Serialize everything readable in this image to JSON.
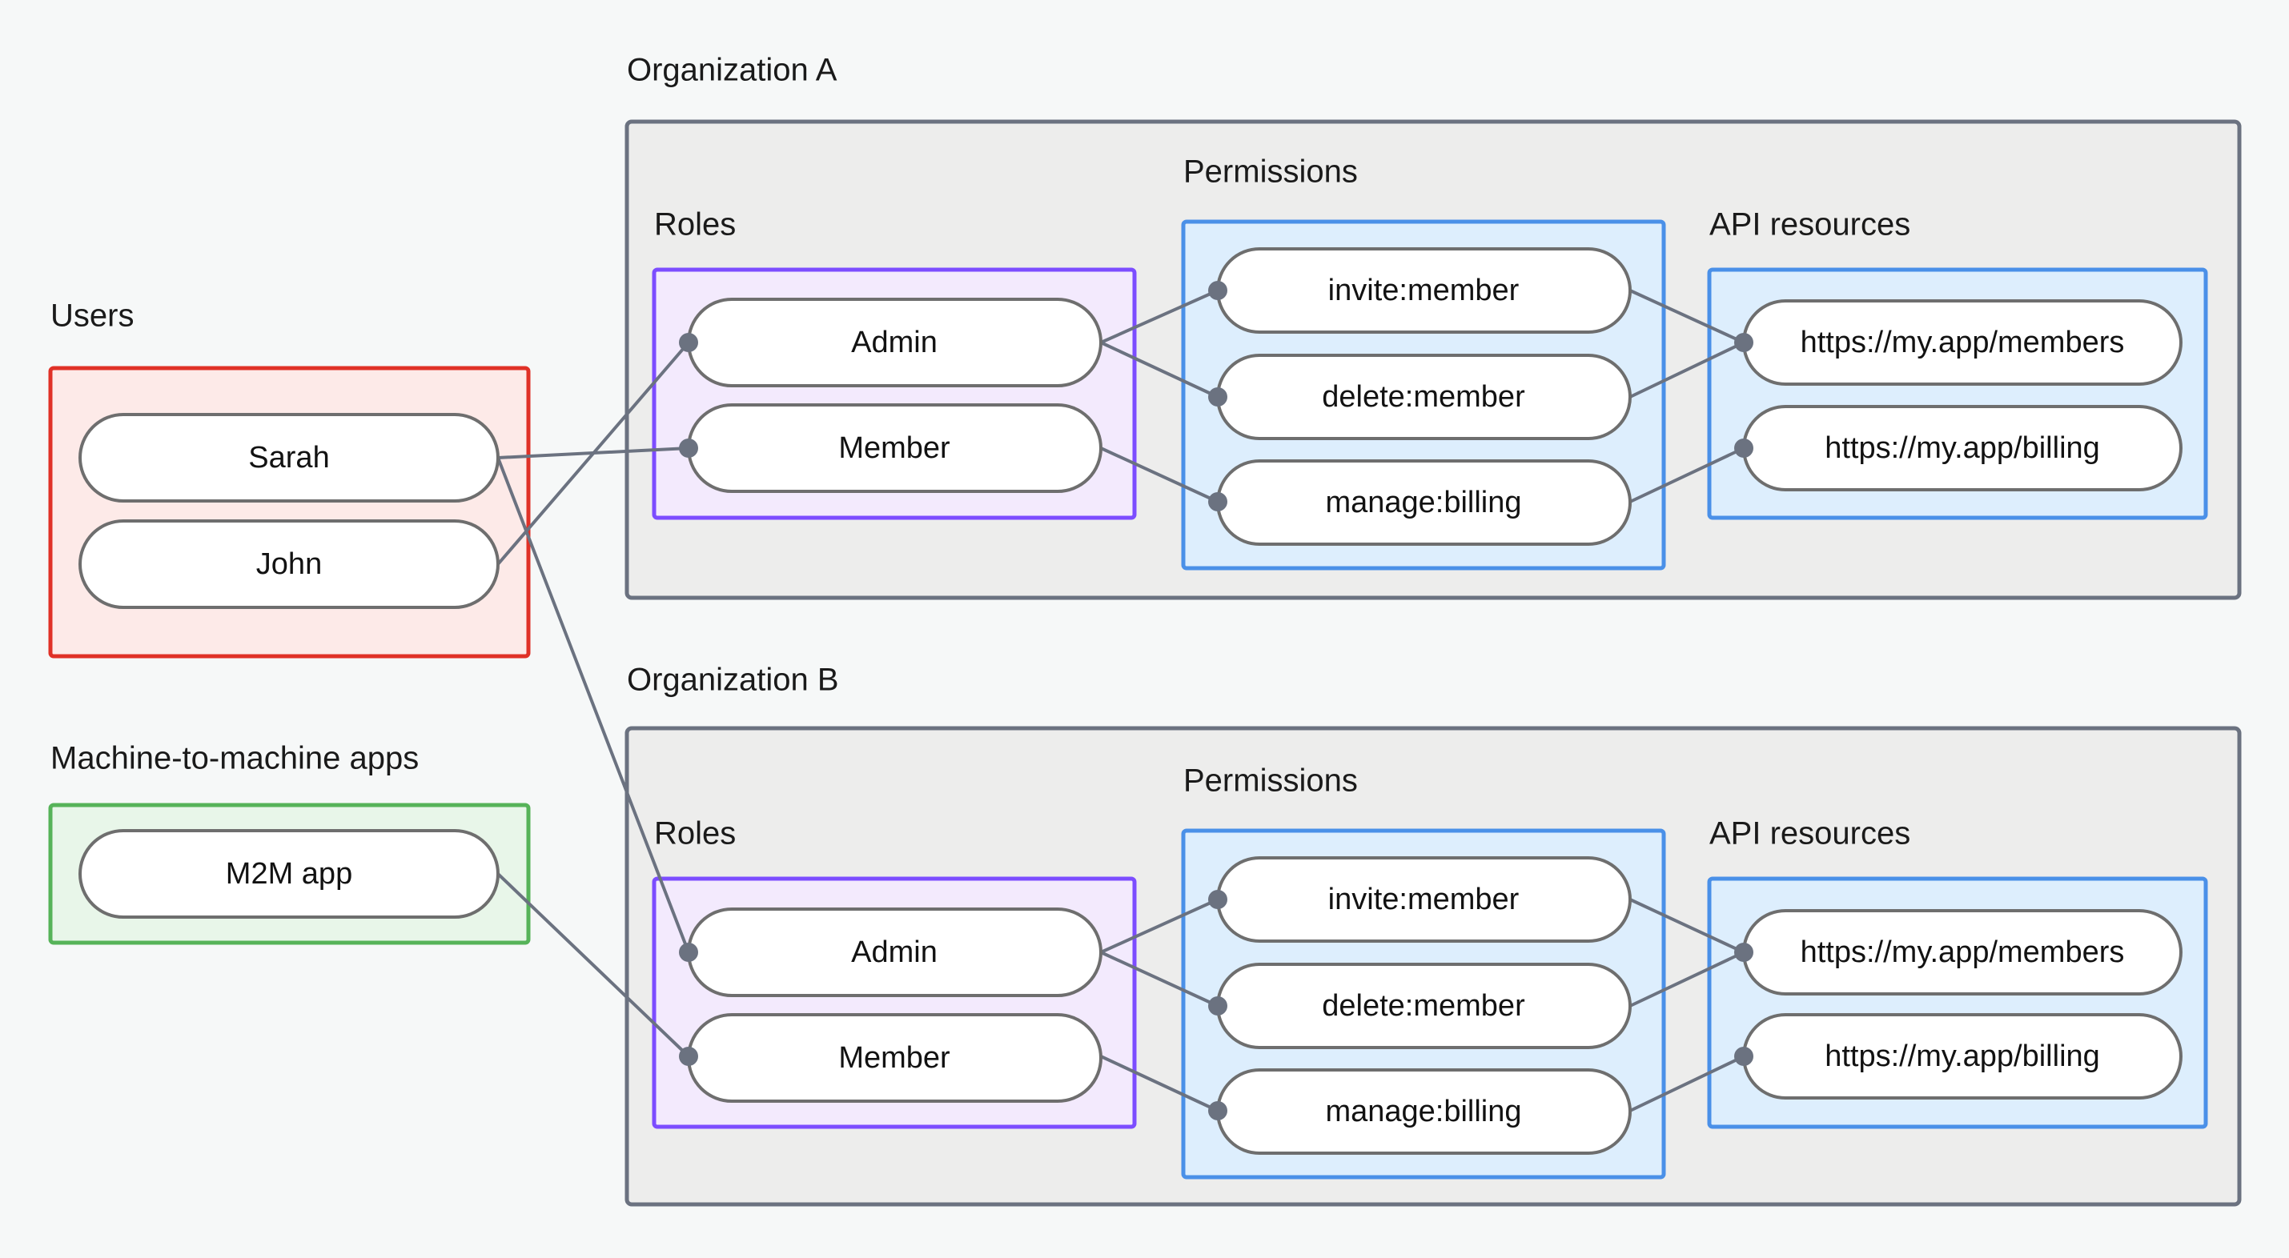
{
  "diagram": {
    "title_visible": false,
    "background_color": "#f6f8f8",
    "groups": {
      "users": {
        "label": "Users",
        "border_color": "#e03127",
        "fill_color": "#fdeae8",
        "items": [
          {
            "label": "Sarah"
          },
          {
            "label": "John"
          }
        ]
      },
      "m2m": {
        "label": "Machine-to-machine apps",
        "border_color": "#56b359",
        "fill_color": "#e8f6e9",
        "items": [
          {
            "label": "M2M app"
          }
        ]
      },
      "org_a": {
        "label": "Organization A",
        "border_color": "#6b7280",
        "fill_color": "#ededec",
        "roles": {
          "label": "Roles",
          "border_color": "#7c4dff",
          "fill_color": "#f3eafd",
          "items": [
            {
              "label": "Admin"
            },
            {
              "label": "Member"
            }
          ]
        },
        "permissions": {
          "label": "Permissions",
          "border_color": "#4a90e8",
          "fill_color": "#ddeefd",
          "items": [
            {
              "label": "invite:member"
            },
            {
              "label": "delete:member"
            },
            {
              "label": "manage:billing"
            }
          ]
        },
        "api_resources": {
          "label": "API resources",
          "border_color": "#4a90e8",
          "fill_color": "#ddeefd",
          "items": [
            {
              "label": "https://my.app/members"
            },
            {
              "label": "https://my.app/billing"
            }
          ]
        }
      },
      "org_b": {
        "label": "Organization B",
        "border_color": "#6b7280",
        "fill_color": "#ededec",
        "roles": {
          "label": "Roles",
          "border_color": "#7c4dff",
          "fill_color": "#f3eafd",
          "items": [
            {
              "label": "Admin"
            },
            {
              "label": "Member"
            }
          ]
        },
        "permissions": {
          "label": "Permissions",
          "border_color": "#4a90e8",
          "fill_color": "#ddeefd",
          "items": [
            {
              "label": "invite:member"
            },
            {
              "label": "delete:member"
            },
            {
              "label": "manage:billing"
            }
          ]
        },
        "api_resources": {
          "label": "API resources",
          "border_color": "#4a90e8",
          "fill_color": "#ddeefd",
          "items": [
            {
              "label": "https://my.app/members"
            },
            {
              "label": "https://my.app/billing"
            }
          ]
        }
      }
    },
    "connections": [
      {
        "from": "Sarah",
        "to": "Member (Organization A)"
      },
      {
        "from": "John",
        "to": "Admin (Organization A)"
      },
      {
        "from": "Sarah",
        "to": "Admin (Organization B)"
      },
      {
        "from": "M2M app",
        "to": "Member (Organization B)"
      },
      {
        "from": "Admin (Organization A)",
        "to": "invite:member (Organization A)"
      },
      {
        "from": "Admin (Organization A)",
        "to": "delete:member (Organization A)"
      },
      {
        "from": "Member (Organization A)",
        "to": "manage:billing (Organization A)"
      },
      {
        "from": "invite:member (Organization A)",
        "to": "https://my.app/members (Organization A)"
      },
      {
        "from": "delete:member (Organization A)",
        "to": "https://my.app/members (Organization A)"
      },
      {
        "from": "manage:billing (Organization A)",
        "to": "https://my.app/billing (Organization A)"
      },
      {
        "from": "Admin (Organization B)",
        "to": "invite:member (Organization B)"
      },
      {
        "from": "Admin (Organization B)",
        "to": "delete:member (Organization B)"
      },
      {
        "from": "Member (Organization B)",
        "to": "manage:billing (Organization B)"
      },
      {
        "from": "invite:member (Organization B)",
        "to": "https://my.app/members (Organization B)"
      },
      {
        "from": "delete:member (Organization B)",
        "to": "https://my.app/members (Organization B)"
      },
      {
        "from": "manage:billing (Organization B)",
        "to": "https://my.app/billing (Organization B)"
      }
    ]
  }
}
